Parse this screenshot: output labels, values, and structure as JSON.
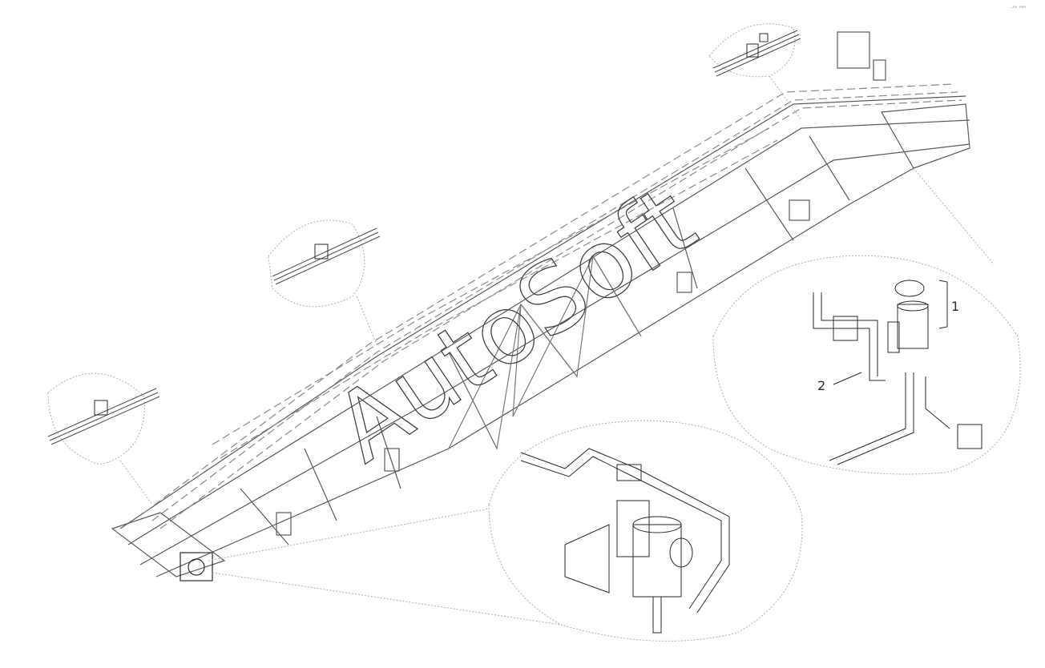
{
  "drawing": {
    "watermark": "AutoSoft",
    "corner_mark": "⸱ᵉᵉ ᵃᵃᵃ",
    "callouts": [
      {
        "id": "1",
        "label": "1"
      },
      {
        "id": "2",
        "label": "2"
      }
    ],
    "colors": {
      "line": "#2b2b2b",
      "light": "#9a9a9a",
      "dashed": "#8c8c8c",
      "watermark": "#444444"
    }
  }
}
